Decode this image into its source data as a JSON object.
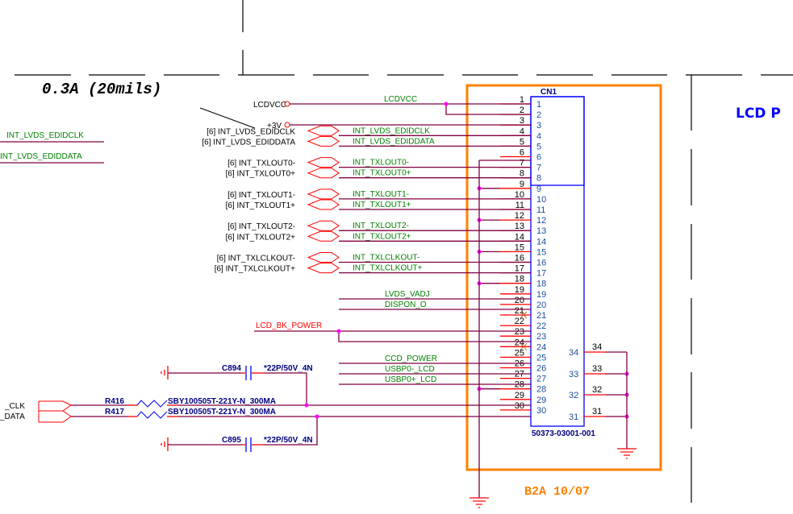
{
  "annotation": {
    "current_note": "0.3A (20mils)",
    "revision_note": "B2A 10/07"
  },
  "title": {
    "text": "LCD P"
  },
  "colors": {
    "wire": "#800040",
    "net_label": "#008000",
    "pin": "#ff0000",
    "junction": "#ff00ff",
    "frame": "#ff8000",
    "connector": "#0000ff"
  },
  "connector": {
    "refdes": "CN1",
    "part_number": "50373-03001-001",
    "left_pins": [
      "1",
      "2",
      "3",
      "4",
      "5",
      "6",
      "7",
      "8",
      "9",
      "10",
      "11",
      "12",
      "13",
      "14",
      "15",
      "16",
      "17",
      "18",
      "19",
      "20",
      "21",
      "22",
      "23",
      "24",
      "25",
      "26",
      "27",
      "28",
      "29",
      "30"
    ],
    "right_pins": [
      "34",
      "33",
      "32",
      "31"
    ]
  },
  "power_ports": {
    "lcdvcc": "LCDVCC",
    "p3v": "+3V"
  },
  "offpage": [
    {
      "ref": "[6]",
      "name": "INT_LVDS_EDIDCLK"
    },
    {
      "ref": "[6]",
      "name": "INT_LVDS_EDIDDATA"
    },
    {
      "ref": "[6]",
      "name": "INT_TXLOUT0-"
    },
    {
      "ref": "[6]",
      "name": "INT_TXLOUT0+"
    },
    {
      "ref": "[6]",
      "name": "INT_TXLOUT1-"
    },
    {
      "ref": "[6]",
      "name": "INT_TXLOUT1+"
    },
    {
      "ref": "[6]",
      "name": "INT_TXLOUT2-"
    },
    {
      "ref": "[6]",
      "name": "INT_TXLOUT2+"
    },
    {
      "ref": "[6]",
      "name": "INT_TXLCLKOUT-"
    },
    {
      "ref": "[6]",
      "name": "INT_TXLCLKOUT+"
    }
  ],
  "nets": {
    "lcdvcc": "LCDVCC",
    "edidclk": "INT_LVDS_EDIDCLK",
    "ediddata": "INT_LVDS_EDIDDATA",
    "tx0n": "INT_TXLOUT0-",
    "tx0p": "INT_TXLOUT0+",
    "tx1n": "INT_TXLOUT1-",
    "tx1p": "INT_TXLOUT1+",
    "tx2n": "INT_TXLOUT2-",
    "tx2p": "INT_TXLOUT2+",
    "clkn": "INT_TXLCLKOUT-",
    "clkp": "INT_TXLCLKOUT+",
    "vadj": "LVDS_VADJ",
    "dispon": "DISPON_O",
    "bkpower": "LCD_BK_POWER",
    "ccdpower": "CCD_POWER",
    "usbn": "USBP0-_LCD",
    "usbp": "USBP0+_LCD"
  },
  "left_nets": {
    "edidclk": "INT_LVDS_EDIDCLK",
    "ediddata": "INT_LVDS_EDIDDATA"
  },
  "left_ports": {
    "clk": "_CLK",
    "data": "_DATA"
  },
  "components": {
    "c894": {
      "ref": "C894",
      "value": "*22P/50V_4N"
    },
    "c895": {
      "ref": "C895",
      "value": "*22P/50V_4N"
    },
    "r416": {
      "ref": "R416",
      "value": "SBY100505T-221Y-N_300MA"
    },
    "r417": {
      "ref": "R417",
      "value": "SBY100505T-221Y-N_300MA"
    }
  }
}
